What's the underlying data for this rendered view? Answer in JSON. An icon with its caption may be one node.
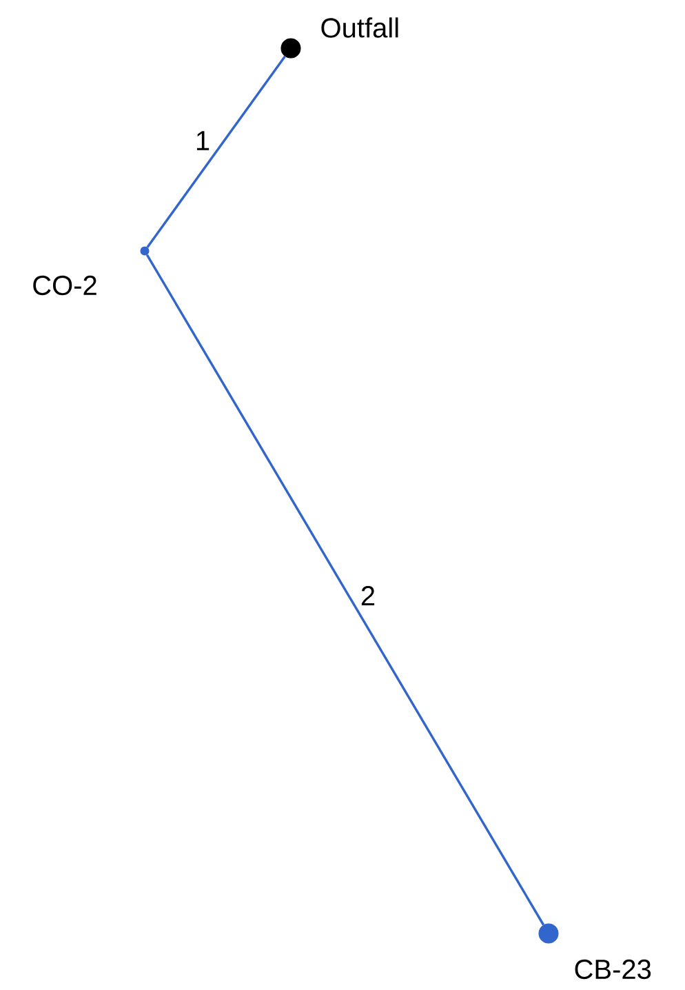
{
  "diagram": {
    "nodes": [
      {
        "text": [
          "Outfall"
        ]
      },
      {
        "text": [
          "CO-2"
        ]
      },
      {
        "text": [
          "CB-23"
        ]
      }
    ],
    "edges": [
      {
        "from": 1,
        "to": 0,
        "arrow": "none",
        "label": "1"
      },
      {
        "from": 1,
        "to": 2,
        "arrow": "none",
        "label": "2"
      }
    ]
  }
}
